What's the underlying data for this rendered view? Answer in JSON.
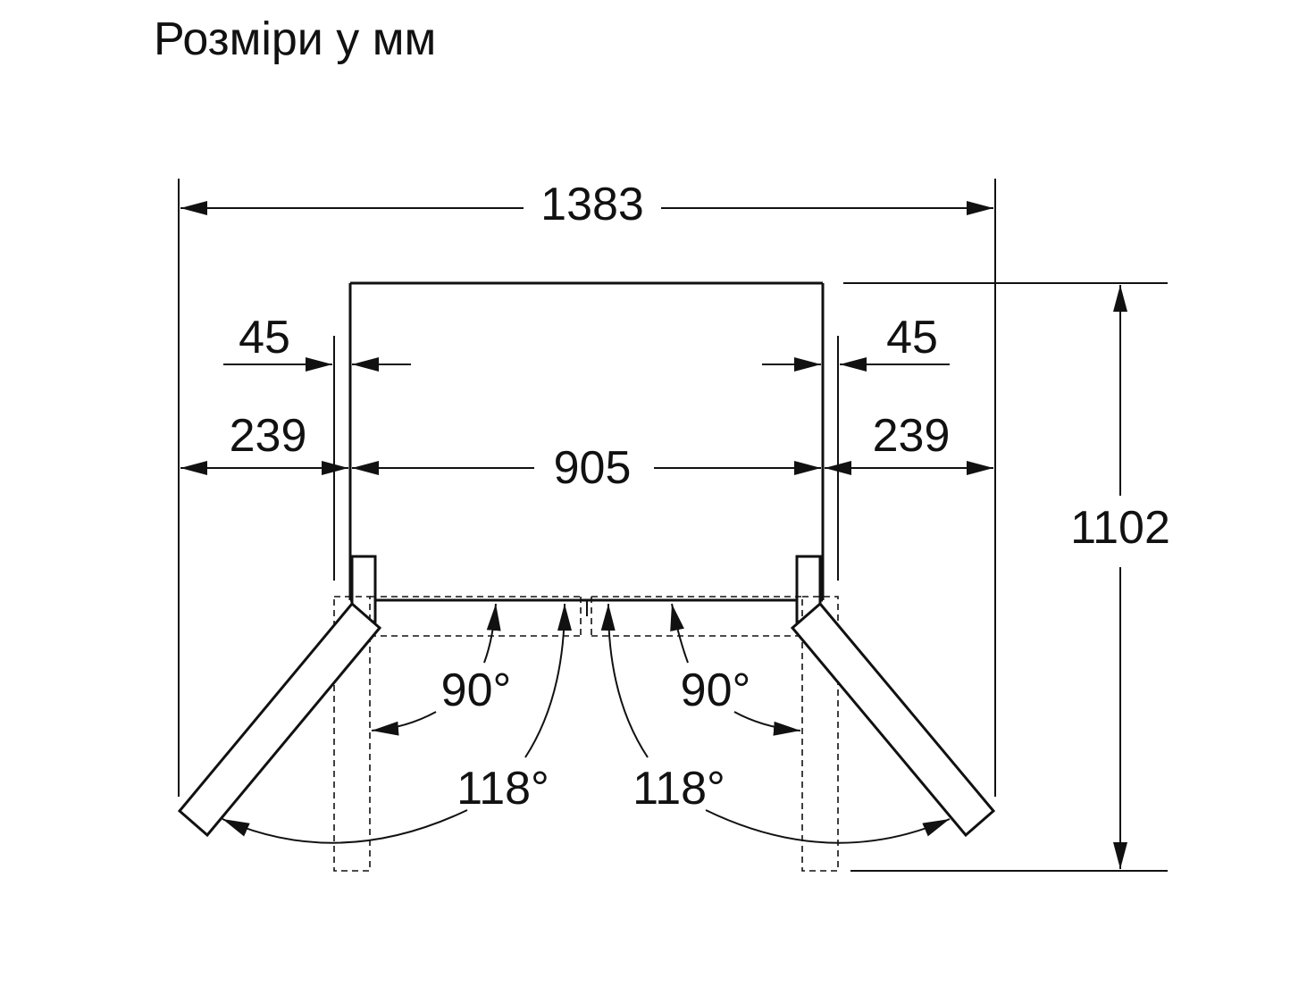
{
  "title": "Розміри у мм",
  "dimensions": {
    "overall_width": "1383",
    "depth": "1102",
    "body_width": "905",
    "side_clearance_left": "239",
    "side_clearance_right": "239",
    "gap_left": "45",
    "gap_right": "45"
  },
  "angles": {
    "left_90": "90°",
    "right_90": "90°",
    "left_118": "118°",
    "right_118": "118°"
  }
}
